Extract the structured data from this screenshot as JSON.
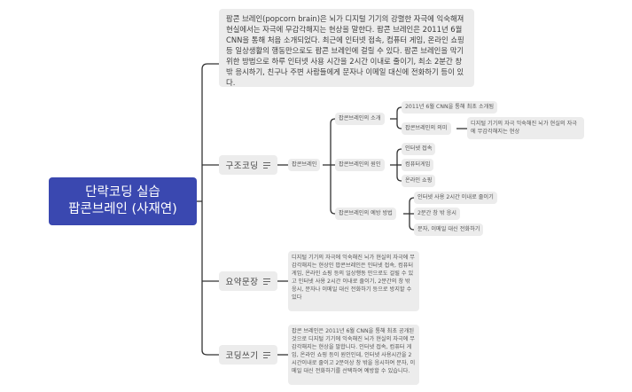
{
  "central": {
    "line1": "단락코딩 실습",
    "line2": "팝콘브레인 (사재연)",
    "color": "#3a48b0"
  },
  "paragraph": {
    "text": "팝콘 브레인(popcorn brain)은 뇌가 디지털 기기의 강렬한 자극에 익숙해져 현실에서는 자극에 무감각해지는 현상을 말한다. 팝콘 브레인은 2011년 6월 CNN을 통해 처음 소개되었다. 최근에 인터넷 접속, 컴퓨터 게임, 온라인 쇼핑 등 일상생활의 행동만으로도 팝콘 브레인에 걸릴 수 있다. 팝콘 브레인을 막기 위한 방법으로 하루 인터넷 사용 시간을 2시간 이내로 줄이기, 최소 2분간 창 밖 응시하기, 친구나 주변 사람들에게 문자나 이메일 대신에 전화하기 등이 있다."
  },
  "branches": {
    "structure": {
      "label": "구조코딩",
      "root": "팝콘브레인",
      "intro": {
        "label": "팝콘브레인의 소개",
        "items": [
          "2011년 6월 CNN을 통해 최초 소개됨",
          "팝콘브레인의 의미"
        ],
        "meaning": "디지털 기기의 자극 익숙해진 뇌가 현실의 자극에 무감각해지는 현상"
      },
      "cause": {
        "label": "팝콘브레인의 원인",
        "items": [
          "인터넷 접속",
          "컴퓨터게임",
          "온라인 쇼핑"
        ]
      },
      "prevention": {
        "label": "팝콘브레인의 예방 방법",
        "items": [
          "인터넷 사용 2시간 이내로 줄이기",
          "2분간 창 밖 응시",
          "문자, 이메일 대신 전화하기"
        ]
      }
    },
    "summary": {
      "label": "요약문장",
      "text": "디지털 기기의 자극에 익숙해진 뇌가 현실의 자극에 무감각해지는 현상인 팝콘브레인은 인터넷 접속, 컴퓨터 게임, 온라인 쇼핑 등의 일상행동 만으로도 걸릴 수 있고 인터넷 사용 2시간 이내로 줄이기, 2분간의 창 밖 응시, 문자나 이메일 대신 전화하기 등으로 방지할 수 있다"
    },
    "coding": {
      "label": "코딩쓰기",
      "text": "팝콘 브레인은 2011년 6월 CNN을 통해 최초 공개된 것으로 디지털 기기에 익숙해진 뇌가 현실의 자극에 무감각해지는 현상을 말합니다. 인터넷 접속, 컴퓨터 게임, 온라인 쇼핑 등이 원인인데, 인터넷 사용시간을 2시간이내로 줄이고 2분이상 창 밖을 응시하여 문자, 이메일 대신 전화하기를 선택하여 예방할 수 있습니다."
    }
  },
  "colors": {
    "node_bg": "#ececec",
    "line": "#333333"
  }
}
